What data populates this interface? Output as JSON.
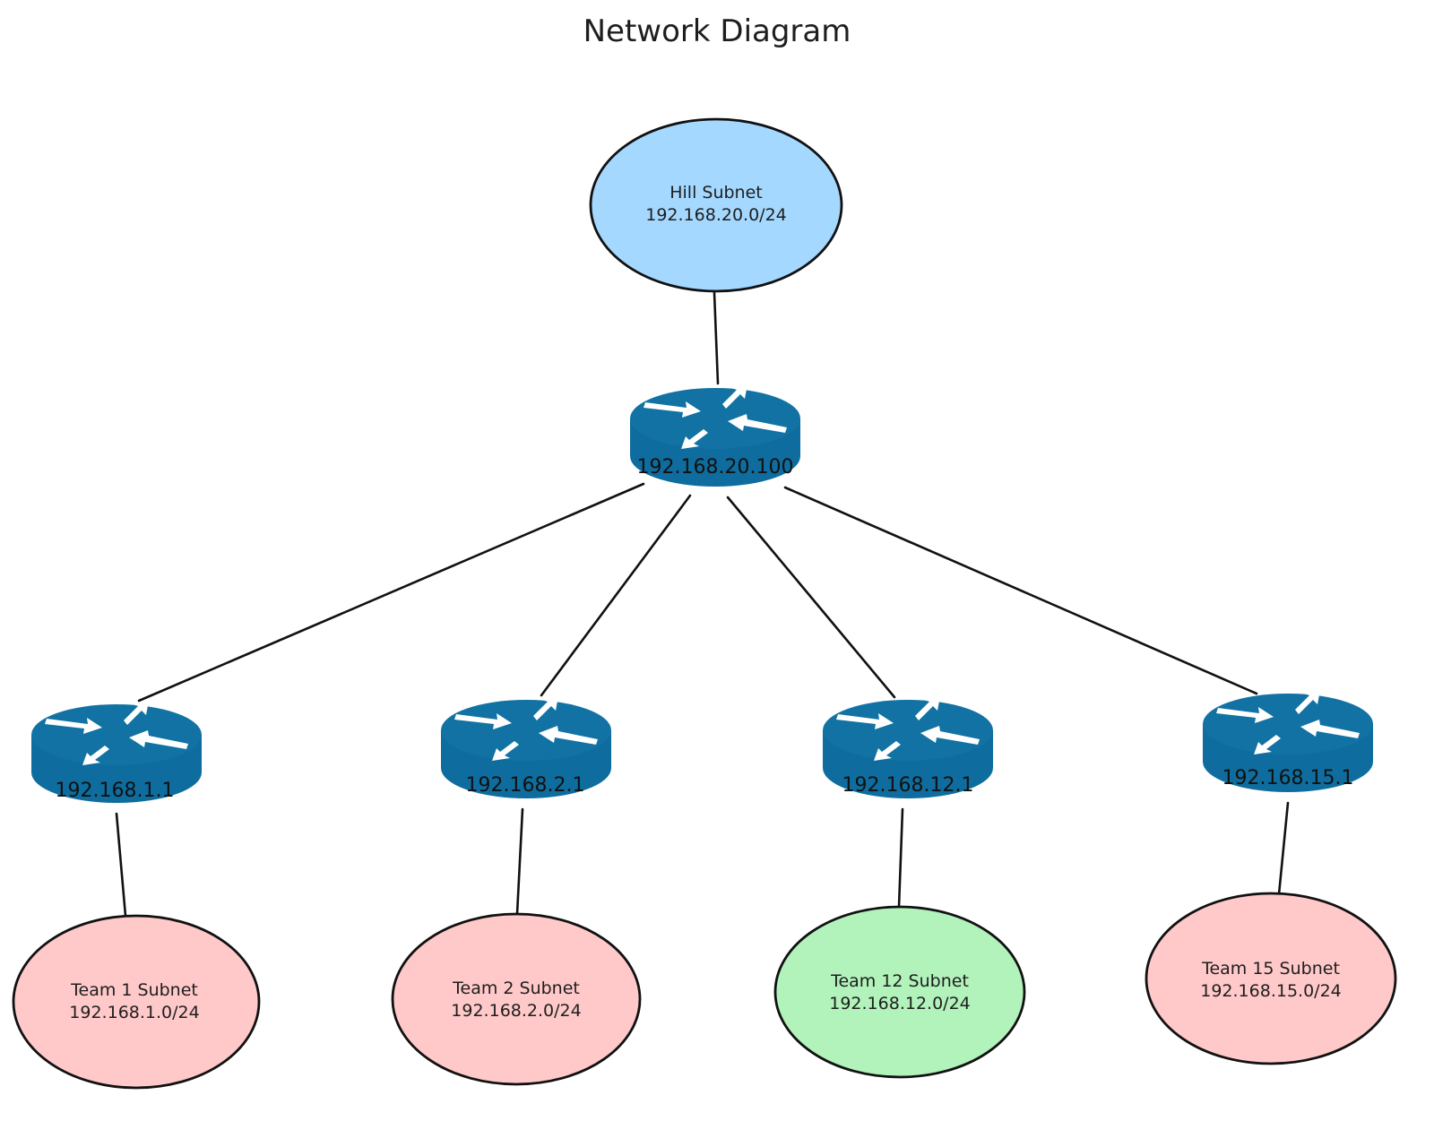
{
  "title": "Network Diagram",
  "colors": {
    "hill_fill": "#a5d8ff",
    "team_fill": "#ffc9c9",
    "team12_fill": "#b2f2bb",
    "router_body": "#0e6d9e",
    "router_top": "#0f72a3",
    "arrow": "#ffffff",
    "stroke": "#1e1e1e"
  },
  "hill": {
    "name": "Hill Subnet",
    "cidr": "192.168.20.0/24"
  },
  "core_router": {
    "ip": "192.168.20.100",
    "icon": "router-icon"
  },
  "teams": [
    {
      "name": "Team 1 Subnet",
      "cidr": "192.168.1.0/24",
      "router_ip": "192.168.1.1"
    },
    {
      "name": "Team 2 Subnet",
      "cidr": "192.168.2.0/24",
      "router_ip": "192.168.2.1"
    },
    {
      "name": "Team 12 Subnet",
      "cidr": "192.168.12.0/24",
      "router_ip": "192.168.12.1"
    },
    {
      "name": "Team 15 Subnet",
      "cidr": "192.168.15.0/24",
      "router_ip": "192.168.15.1"
    }
  ]
}
